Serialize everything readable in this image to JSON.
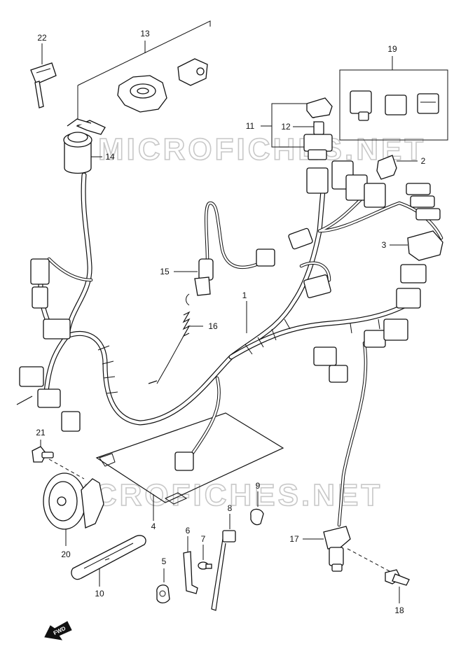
{
  "watermark": "MICROFICHES.NET",
  "fwd_label": "FWD",
  "callouts": [
    {
      "id": "c1",
      "label": "1"
    },
    {
      "id": "c2",
      "label": "2"
    },
    {
      "id": "c3",
      "label": "3"
    },
    {
      "id": "c4",
      "label": "4"
    },
    {
      "id": "c5",
      "label": "5"
    },
    {
      "id": "c6",
      "label": "6"
    },
    {
      "id": "c7",
      "label": "7"
    },
    {
      "id": "c8",
      "label": "8"
    },
    {
      "id": "c9",
      "label": "9"
    },
    {
      "id": "c10",
      "label": "10"
    },
    {
      "id": "c11",
      "label": "11"
    },
    {
      "id": "c12",
      "label": "12"
    },
    {
      "id": "c13",
      "label": "13"
    },
    {
      "id": "c14",
      "label": "14"
    },
    {
      "id": "c15",
      "label": "15"
    },
    {
      "id": "c16",
      "label": "16"
    },
    {
      "id": "c17",
      "label": "17"
    },
    {
      "id": "c18",
      "label": "18"
    },
    {
      "id": "c19",
      "label": "19"
    },
    {
      "id": "c20",
      "label": "20"
    },
    {
      "id": "c21",
      "label": "21"
    },
    {
      "id": "c22",
      "label": "22"
    }
  ]
}
